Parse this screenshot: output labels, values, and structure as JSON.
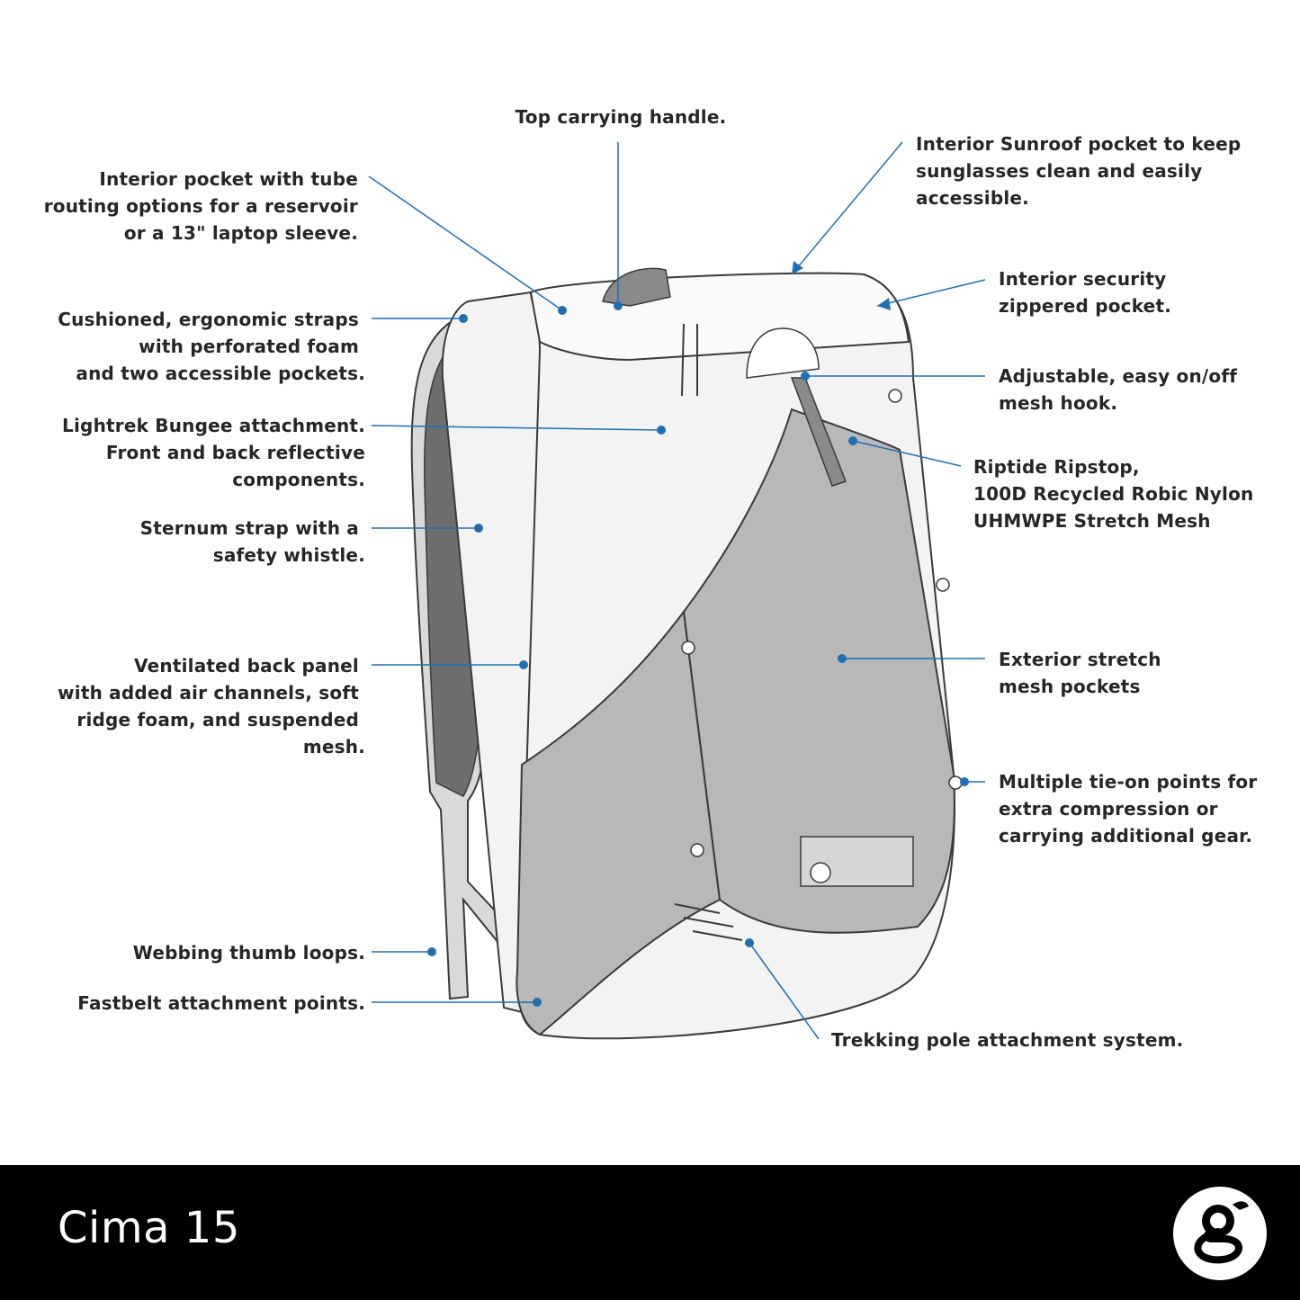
{
  "colors": {
    "callout": "#1f6fb5",
    "outline": "#3a3a3a",
    "panel_light": "#f3f3f3",
    "mesh_gray": "#b8b8b8",
    "strap_dark": "#6e6e6e",
    "footer_bg": "#000000",
    "footer_text": "#ffffff"
  },
  "callouts": {
    "top_handle": {
      "lines": [
        "Top carrying handle."
      ]
    },
    "interior_pocket": {
      "lines": [
        "Interior pocket with tube",
        "routing options for a reservoir",
        "or a 13\" laptop sleeve."
      ]
    },
    "sunroof": {
      "lines": [
        "Interior Sunroof pocket to keep",
        "sunglasses clean and easily",
        "accessible."
      ]
    },
    "security": {
      "lines": [
        "Interior security",
        "zippered pocket."
      ]
    },
    "straps": {
      "lines": [
        "Cushioned, ergonomic straps",
        "with perforated foam",
        "and two accessible pockets."
      ]
    },
    "mesh_hook": {
      "lines": [
        "Adjustable, easy on/off",
        "mesh hook."
      ]
    },
    "bungee": {
      "lines": [
        "Lightrek Bungee attachment.",
        "Front and back reflective",
        "components."
      ]
    },
    "ripstop": {
      "lines": [
        "Riptide Ripstop,",
        "100D Recycled Robic Nylon",
        "UHMWPE Stretch Mesh"
      ]
    },
    "sternum": {
      "lines": [
        "Sternum strap with a",
        "safety whistle."
      ]
    },
    "back_panel": {
      "lines": [
        "Ventilated back panel",
        "with added air channels, soft",
        "ridge foam, and suspended",
        "mesh."
      ]
    },
    "stretch_mesh": {
      "lines": [
        "Exterior stretch",
        "mesh pockets"
      ]
    },
    "tie_on": {
      "lines": [
        "Multiple tie-on points for",
        "extra compression or",
        "carrying additional gear."
      ]
    },
    "thumb_loops": {
      "lines": [
        "Webbing thumb loops."
      ]
    },
    "fastbelt": {
      "lines": [
        "Fastbelt attachment points."
      ]
    },
    "trekking": {
      "lines": [
        "Trekking pole attachment system."
      ]
    }
  },
  "footer": {
    "product_name": "Cima 15",
    "logo_icon": "gossamer-g-logo"
  }
}
